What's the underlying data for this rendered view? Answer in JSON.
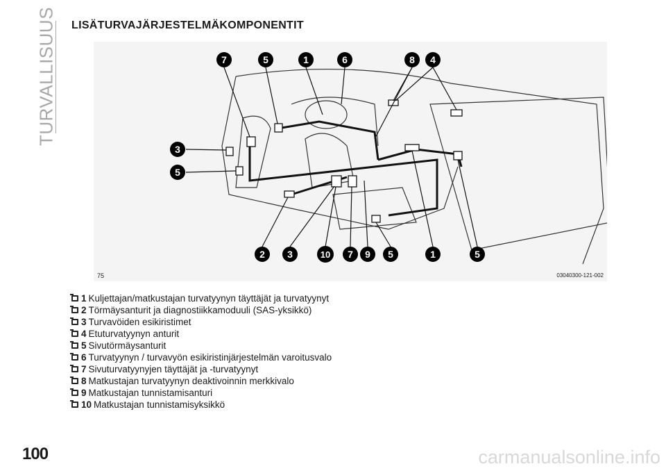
{
  "section": "TURVALLISUUS",
  "title": "LISÄTURVAJÄRJESTELMÄKOMPONENTIT",
  "figure": {
    "number": "75",
    "code": "03040300-121-002",
    "callouts_top": [
      "7",
      "5",
      "1",
      "6",
      "8",
      "4"
    ],
    "callouts_left": [
      "3",
      "5"
    ],
    "callouts_bottom": [
      "2",
      "3",
      "10",
      "7",
      "9",
      "5",
      "1",
      "5"
    ]
  },
  "legend": [
    {
      "n": "1",
      "t": "Kuljettajan/matkustajan turvatyynyn täyttäjät ja turvatyynyt"
    },
    {
      "n": "2",
      "t": "Törmäysanturit ja diagnostiikkamoduuli (SAS-yksikkö)"
    },
    {
      "n": "3",
      "t": "Turvavöiden esikiristimet"
    },
    {
      "n": "4",
      "t": "Etuturvatyynyn anturit"
    },
    {
      "n": "5",
      "t": "Sivutörmäysanturit"
    },
    {
      "n": "6",
      "t": "Turvatyynyn / turvavyön esikiristinjärjestelmän varoitusvalo"
    },
    {
      "n": "7",
      "t": "Sivuturvatyynyjen täyttäjät ja -turvatyynyt"
    },
    {
      "n": "8",
      "t": "Matkustajan turvatyynyn deaktivoinnin merkkivalo"
    },
    {
      "n": "9",
      "t": "Matkustajan tunnistamisanturi"
    },
    {
      "n": "10",
      "t": "Matkustajan tunnistamisyksikkö"
    }
  ],
  "page_number": "100",
  "watermark": "carmanualsonline.info"
}
